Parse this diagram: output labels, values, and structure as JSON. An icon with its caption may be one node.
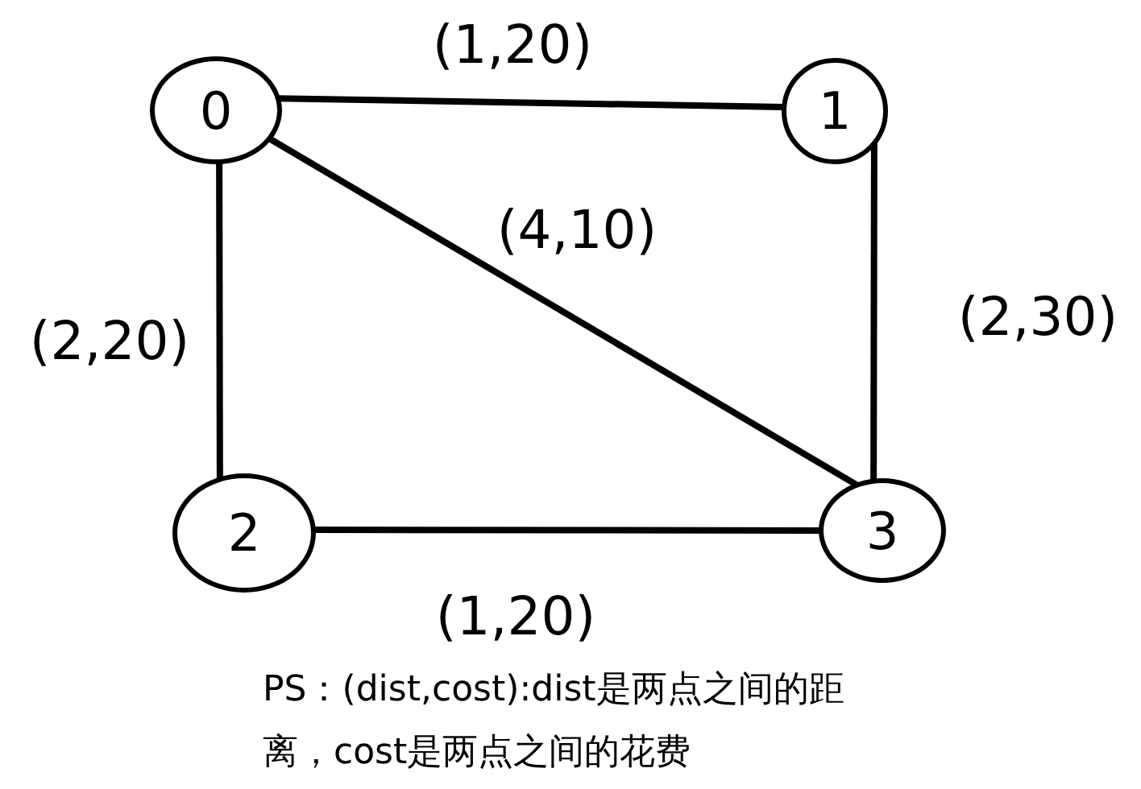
{
  "diagram": {
    "nodes": [
      {
        "text": [
          "0"
        ]
      },
      {
        "text": [
          "1"
        ]
      },
      {
        "text": [
          "2"
        ]
      },
      {
        "text": [
          "3"
        ]
      }
    ],
    "edges": [
      {
        "from": 0,
        "to": 1,
        "arrow": "none",
        "label": "(1,20)"
      },
      {
        "from": 0,
        "to": 2,
        "arrow": "none",
        "label": "(2,20)"
      },
      {
        "from": 0,
        "to": 3,
        "arrow": "none",
        "label": "(4,10)"
      },
      {
        "from": 1,
        "to": 3,
        "arrow": "none",
        "label": "(2,30)"
      },
      {
        "from": 2,
        "to": 3,
        "arrow": "none",
        "label": "(1,20)"
      }
    ],
    "labels": [
      "PS：(dist,cost):dist是两点之间的距离，cost是两点之间的花费"
    ]
  }
}
